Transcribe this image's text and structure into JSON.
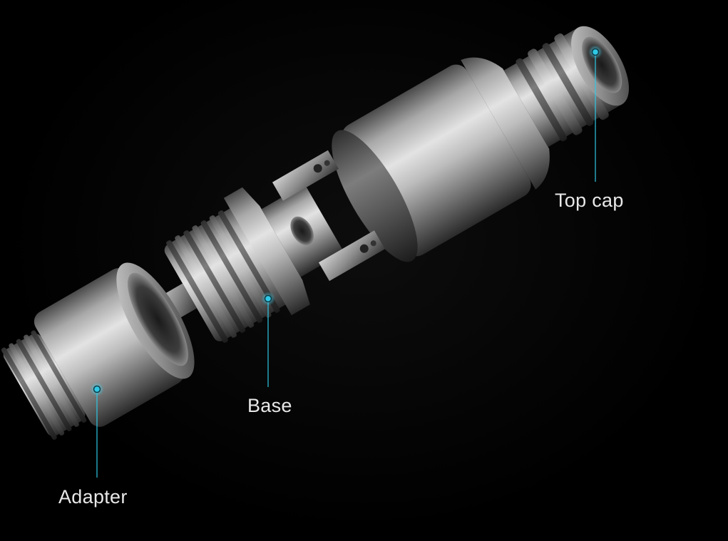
{
  "colors": {
    "background": "#000000",
    "callout": "#2fc8e6",
    "label": "#e8e8e8",
    "metal_light": "#d9d9d9",
    "metal_mid": "#8a8a8a",
    "metal_dark": "#2b2b2b"
  },
  "callouts": [
    {
      "id": "top-cap",
      "label": "Top cap"
    },
    {
      "id": "base",
      "label": "Base"
    },
    {
      "id": "adapter",
      "label": "Adapter"
    }
  ]
}
